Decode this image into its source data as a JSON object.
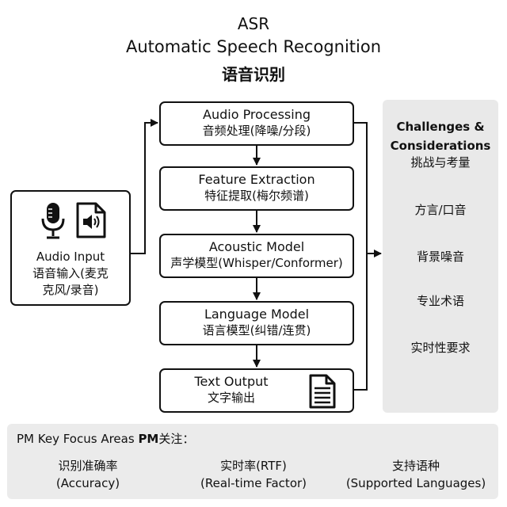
{
  "title": {
    "line1": "ASR",
    "line2": "Automatic Speech Recognition",
    "line3": "语音识别"
  },
  "input": {
    "label_line1": "Audio Input",
    "label_line2": "语音输入(麦克",
    "label_line3": "克风/录音)",
    "icons": [
      "microphone-icon",
      "audio-file-icon"
    ]
  },
  "pipeline": [
    {
      "en": "Audio Processing",
      "zh": "音频处理(降噪/分段)"
    },
    {
      "en": "Feature Extraction",
      "zh": "特征提取(梅尔频谱)"
    },
    {
      "en": "Acoustic Model",
      "zh": "声学模型(Whisper/Conformer)"
    },
    {
      "en": "Language Model",
      "zh": "语言模型(纠错/连贯)"
    },
    {
      "en": "Text Output",
      "zh": "文字输出",
      "icon": "document-icon"
    }
  ],
  "challenges": {
    "heading_line1": "Challenges &",
    "heading_line2": "Considerations",
    "heading_zh": "挑战与考量",
    "items": [
      "方言/口音",
      "背景噪音",
      "专业术语",
      "实时性要求"
    ]
  },
  "pm": {
    "heading_prefix": "PM Key Focus Areas ",
    "heading_bold": "PM",
    "heading_suffix": "关注：",
    "columns": [
      {
        "zh": "识别准确率",
        "en": "(Accuracy)"
      },
      {
        "zh": "实时率(RTF)",
        "en": "(Real-time Factor)"
      },
      {
        "zh": "支持语种",
        "en": "(Supported Languages)"
      }
    ]
  },
  "colors": {
    "line": "#111111",
    "panel_bg": "#e9e9e9",
    "pm_bg": "#ebebeb"
  }
}
